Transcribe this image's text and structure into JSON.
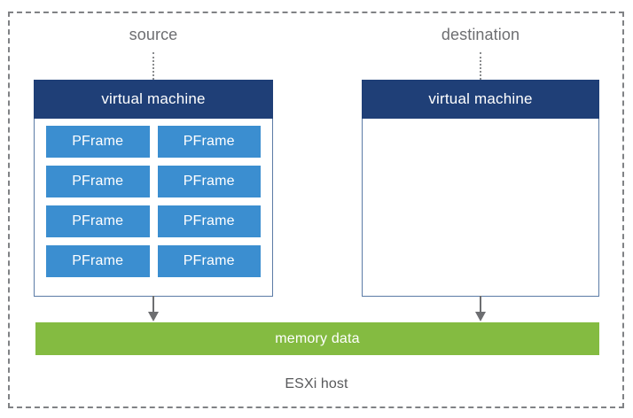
{
  "diagram": {
    "host_label": "ESXi host",
    "captions": {
      "source": "source",
      "destination": "destination"
    },
    "vms": [
      {
        "role": "source",
        "header": "virtual machine",
        "pframes": [
          "PFrame",
          "PFrame",
          "PFrame",
          "PFrame",
          "PFrame",
          "PFrame",
          "PFrame",
          "PFrame"
        ]
      },
      {
        "role": "destination",
        "header": "virtual machine",
        "pframes": []
      }
    ],
    "memory_bar": {
      "label": "memory data"
    },
    "colors": {
      "vm_header": "#1f3f77",
      "vm_border": "#5b7ba6",
      "pframe": "#3b8ed0",
      "memory_bar": "#84bb41",
      "host_boundary": "#808285",
      "caption_text": "#6d6e71",
      "host_label_text": "#58595b",
      "arrow": "#6d6e71",
      "background": "#ffffff"
    }
  }
}
